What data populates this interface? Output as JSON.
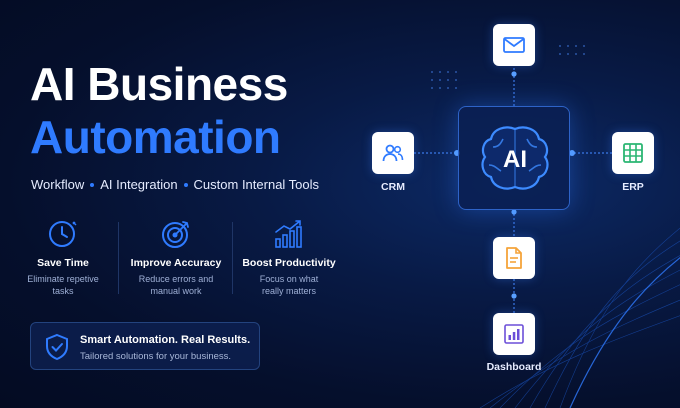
{
  "headline": {
    "line1": "AI Business",
    "line2": "Automation"
  },
  "tagline": [
    "Workflow",
    "AI Integration",
    "Custom Internal Tools"
  ],
  "features": [
    {
      "icon": "clock-icon",
      "title": "Save Time",
      "desc1": "Eliminate repetive",
      "desc2": "tasks"
    },
    {
      "icon": "target-icon",
      "title": "Improve Accuracy",
      "desc1": "Reduce errors and",
      "desc2": "manual work"
    },
    {
      "icon": "growth-chart-icon",
      "title": "Boost Productivity",
      "desc1": "Focus on what",
      "desc2": "really matters"
    }
  ],
  "banner": {
    "title": "Smart Automation. Real Results.",
    "subtitle": "Tailored solutions for your business.",
    "icon": "shield-check-icon"
  },
  "diagram": {
    "center": {
      "label": "AI",
      "icon": "brain-icon"
    },
    "nodes": {
      "top": {
        "label": "",
        "icon": "mail-icon"
      },
      "left": {
        "label": "CRM",
        "icon": "users-icon"
      },
      "right": {
        "label": "ERP",
        "icon": "spreadsheet-icon"
      },
      "bottom1": {
        "label": "",
        "icon": "document-icon"
      },
      "bottom2": {
        "label": "Dashboard",
        "icon": "bar-chart-icon"
      }
    }
  },
  "colors": {
    "background": "#050f2c",
    "accent": "#2f7bff",
    "text": "#ffffff",
    "muted": "#9fb0d6",
    "document_orange": "#f5a43a",
    "sheet_green": "#2bb673",
    "chart_purple": "#6c4fd8"
  }
}
